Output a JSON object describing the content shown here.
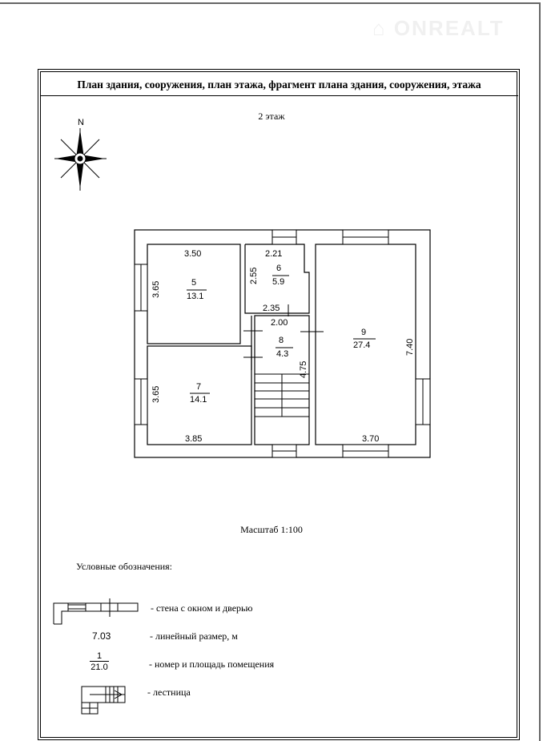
{
  "watermark": "ONREALT",
  "header": {
    "title": "План здания, сооружения, план этажа, фрагмент плана здания, сооружения, этажа"
  },
  "floor_label": "2 этаж",
  "compass": {
    "north": "N"
  },
  "rooms": [
    {
      "number": "5",
      "area": "13.1",
      "width": "3.50",
      "height": "3.65"
    },
    {
      "number": "6",
      "area": "5.9",
      "width": "2.21",
      "height": "2.55",
      "bottom": "2.35"
    },
    {
      "number": "7",
      "area": "14.1",
      "width": "3.85",
      "height": "3.65"
    },
    {
      "number": "8",
      "area": "4.3",
      "width": "2.00",
      "height": "4.75"
    },
    {
      "number": "9",
      "area": "27.4",
      "width": "3.70",
      "height": "7.40"
    }
  ],
  "scale": "Масштаб 1:100",
  "legend": {
    "title": "Условные обозначения:",
    "items": [
      {
        "label": "- стена с окном и дверью"
      },
      {
        "sample": "7.03",
        "label": "- линейный размер, м"
      },
      {
        "sample_num": "1",
        "sample_area": "21.0",
        "label": "- номер и площадь помещения"
      },
      {
        "label": "- лестница"
      }
    ]
  }
}
